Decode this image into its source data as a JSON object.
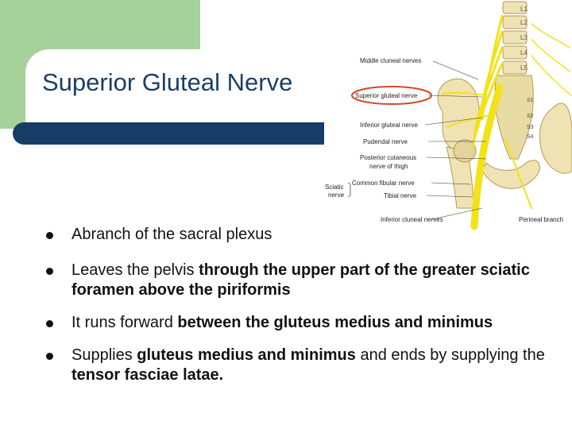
{
  "slide": {
    "title": "Superior Gluteal Nerve"
  },
  "figure": {
    "labels": {
      "middle_cluneal": "Middle cluneal nerves",
      "superior_gluteal": "Superior gluteal nerve",
      "inferior_gluteal": "Inferior gluteal nerve",
      "pudendal": "Pudendal nerve",
      "posterior_cutaneous_1": "Posterior cutaneous",
      "posterior_cutaneous_2": "nerve of thigh",
      "sciatic_1": "Sciatic",
      "sciatic_2": "nerve",
      "common_fibular": "Common fibular nerve",
      "tibial": "Tibial nerve",
      "inferior_cluneal": "Inferior cluneal nerves",
      "perineal_branch": "Perineal branch",
      "vertebrae": [
        "L1",
        "L2",
        "L3",
        "L4",
        "L5"
      ],
      "sacral": [
        "S1",
        "S2",
        "S3",
        "S4"
      ]
    },
    "colors": {
      "nerve": "#f2e21a",
      "bone": "#efe3b4",
      "highlight": "#d8442a"
    }
  },
  "bullets": [
    {
      "parts": [
        {
          "text": "Abranch of the sacral plexus",
          "bold": false
        }
      ]
    },
    {
      "parts": [
        {
          "text": "Leaves the pelvis ",
          "bold": false
        },
        {
          "text": "through the upper part of the greater sciatic foramen above the piriformis",
          "bold": true
        }
      ]
    },
    {
      "parts": [
        {
          "text": "It runs forward ",
          "bold": false
        },
        {
          "text": "between the gluteus medius and minimus",
          "bold": true
        }
      ]
    },
    {
      "parts": [
        {
          "text": "Supplies ",
          "bold": false
        },
        {
          "text": "gluteus medius and minimus",
          "bold": true
        },
        {
          "text": " and ends by supplying the ",
          "bold": false
        },
        {
          "text": "tensor fasciae latae.",
          "bold": true
        }
      ]
    }
  ]
}
